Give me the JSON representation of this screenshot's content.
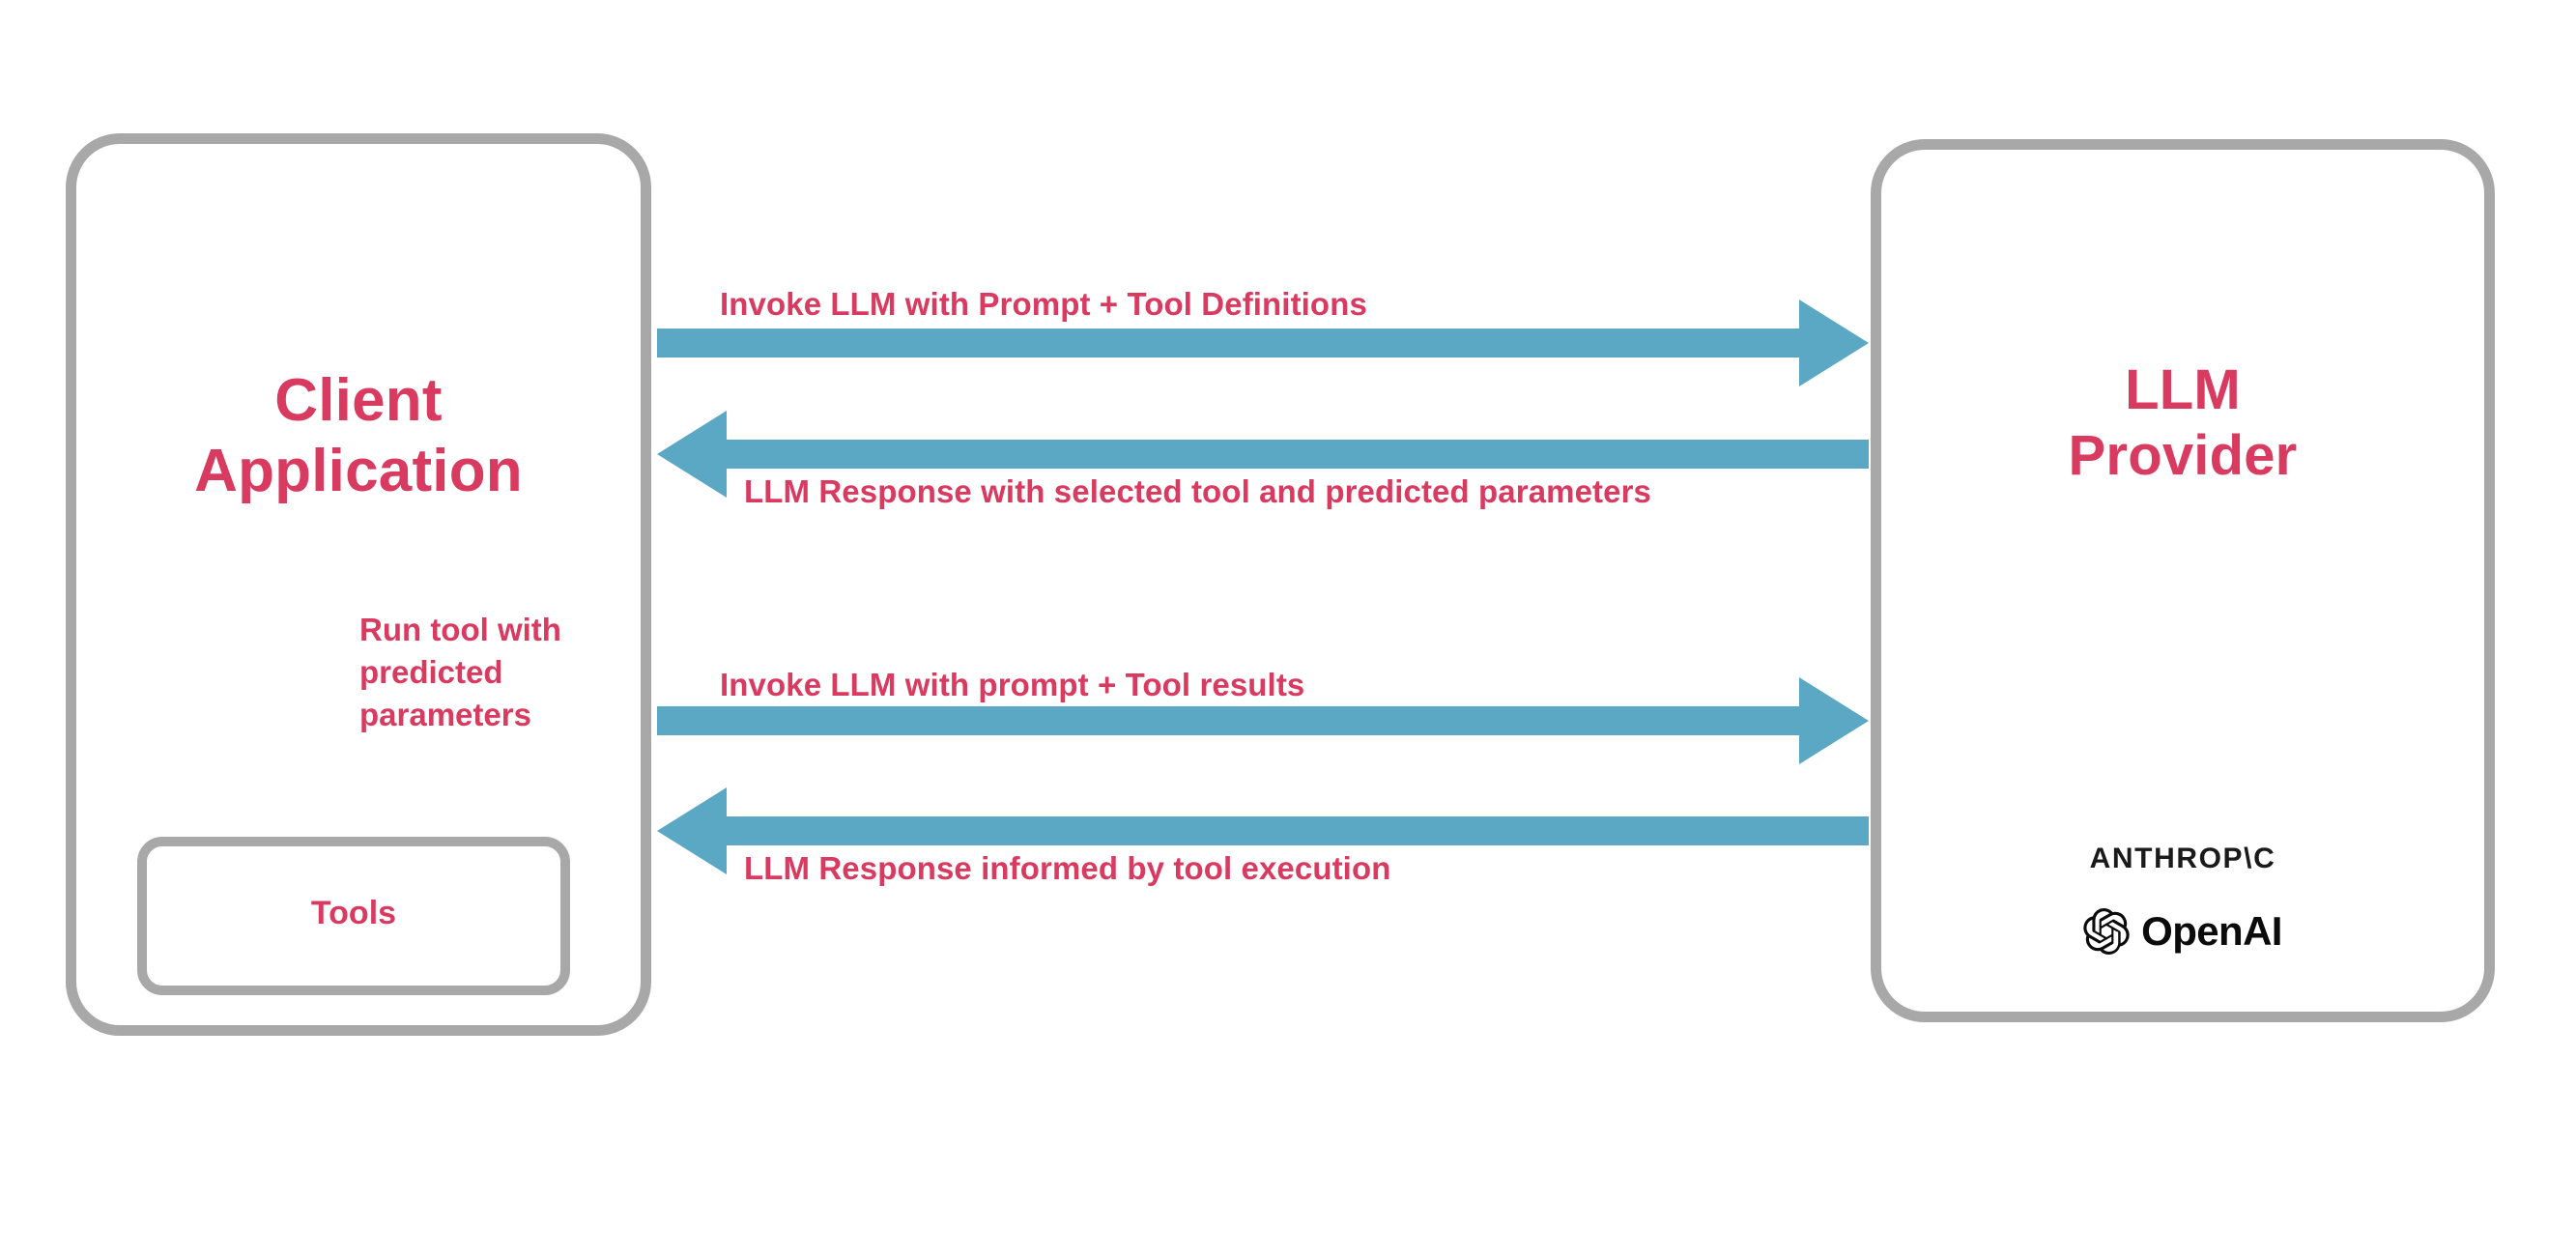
{
  "diagram": {
    "title": "LLM tool-calling sequence between client application and LLM provider",
    "colors": {
      "accent_text": "#d93a60",
      "arrow": "#5ba8c4",
      "box_border": "#a8a8a8",
      "background": "#ffffff",
      "logo_text": "#1a1a1a"
    }
  },
  "nodes": {
    "client": {
      "label": "Client\nApplication",
      "tools": {
        "label": "Tools"
      }
    },
    "provider": {
      "label": "LLM\nProvider",
      "logos": [
        {
          "name": "anthropic-wordmark",
          "text": "ANTHROP\\C"
        },
        {
          "name": "openai-wordmark",
          "text": "OpenAI"
        }
      ]
    }
  },
  "arrows": [
    {
      "id": "invoke-1",
      "label": "Invoke LLM with Prompt + Tool Definitions",
      "direction": "right",
      "from": "client",
      "to": "provider"
    },
    {
      "id": "response-1",
      "label": "LLM Response with selected tool and predicted parameters",
      "direction": "left",
      "from": "provider",
      "to": "client"
    },
    {
      "id": "invoke-2",
      "label": "Invoke LLM with prompt + Tool results",
      "direction": "right",
      "from": "client",
      "to": "provider"
    },
    {
      "id": "response-2",
      "label": "LLM Response informed by tool execution",
      "direction": "left",
      "from": "provider",
      "to": "client"
    },
    {
      "id": "run-tool",
      "label": "Run tool with\npredicted\nparameters",
      "direction": "down",
      "from": "client",
      "to": "tools"
    }
  ]
}
